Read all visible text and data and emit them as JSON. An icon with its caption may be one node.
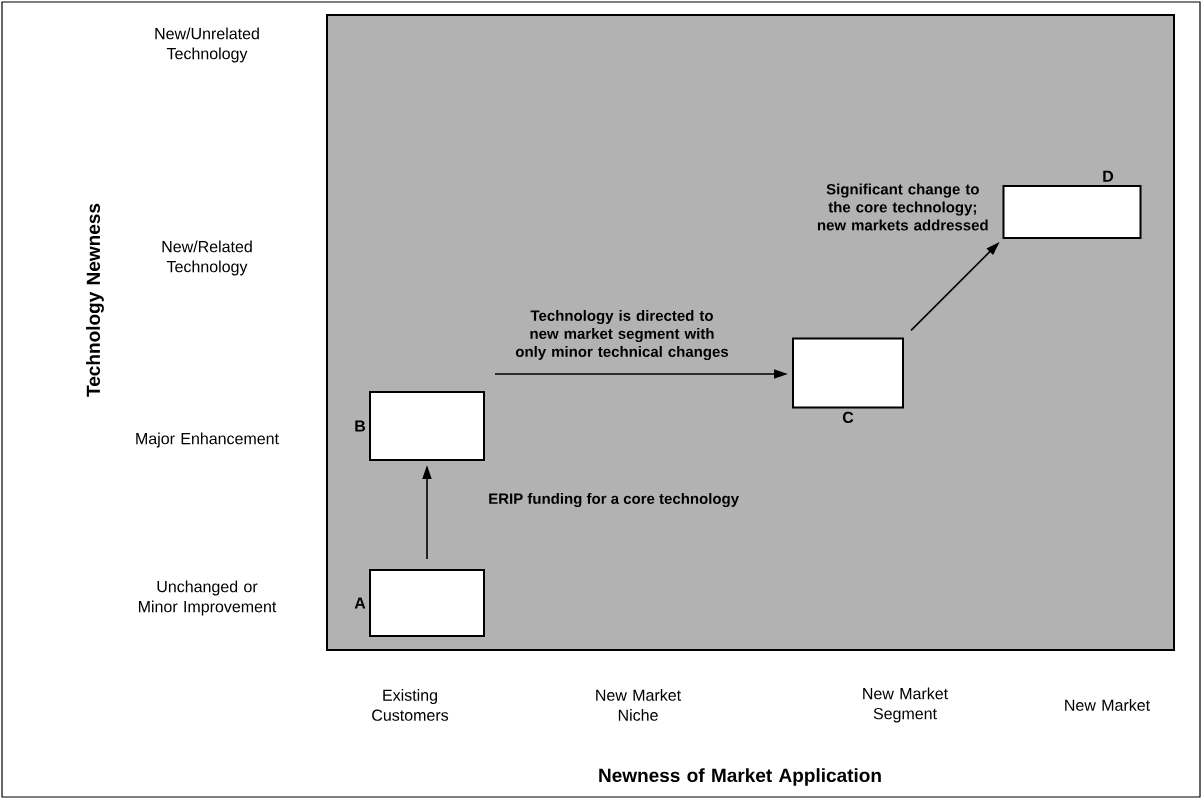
{
  "diagram": {
    "nodes": [
      {
        "text": [
          "A"
        ]
      },
      {
        "text": [
          "B"
        ]
      },
      {
        "text": [
          "C"
        ]
      },
      {
        "text": [
          "D"
        ]
      }
    ],
    "edges": [
      {
        "from": 0,
        "to": 1,
        "arrow": "to",
        "label": "ERIP funding for a core technology"
      },
      {
        "from": 1,
        "to": 2,
        "arrow": "to",
        "label": "Technology is directed to new market segment with only minor technical changes"
      },
      {
        "from": 2,
        "to": 3,
        "arrow": "to",
        "label": "Significant change to the core technology; new markets addressed"
      }
    ],
    "labels": [
      "New/Unrelated Technology",
      "Technology Newness",
      "New/Related Technology",
      "Major Enhancement",
      "Unchanged or Minor Improvement",
      "Existing Customers",
      "New Market Niche",
      "New Market Segment",
      "New Market",
      "Newness of Market Application"
    ]
  }
}
